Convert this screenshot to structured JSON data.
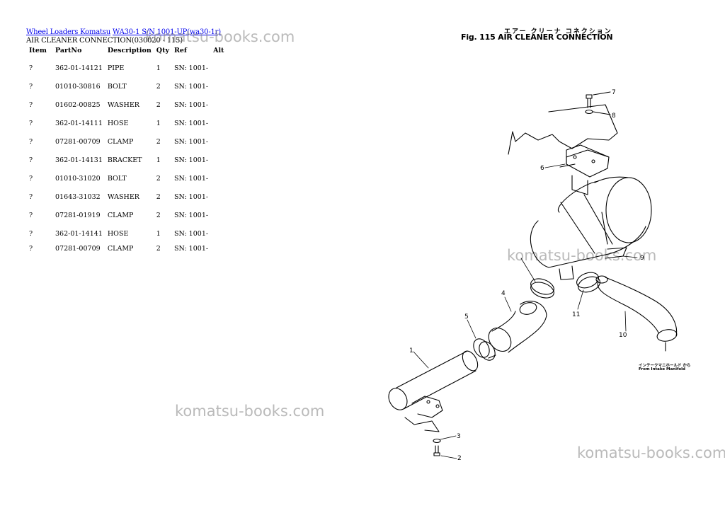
{
  "breadcrumb": {
    "link1": "Wheel Loaders Komatsu",
    "link2": "WA30-1 S/N 1001-UP(wa30-1r)"
  },
  "subtitle": "AIR CLEANER CONNECTION(030020 - 115)",
  "table": {
    "headers": [
      "Item",
      "PartNo",
      "Description",
      "Qty",
      "Ref",
      "Alt"
    ],
    "rows": [
      [
        "?",
        "362-01-14121",
        "PIPE",
        "1",
        "SN: 1001-",
        ""
      ],
      [
        "?",
        "01010-30816",
        "BOLT",
        "2",
        "SN: 1001-",
        ""
      ],
      [
        "?",
        "01602-00825",
        "WASHER",
        "2",
        "SN: 1001-",
        ""
      ],
      [
        "?",
        "362-01-14111",
        "HOSE",
        "1",
        "SN: 1001-",
        ""
      ],
      [
        "?",
        "07281-00709",
        "CLAMP",
        "2",
        "SN: 1001-",
        ""
      ],
      [
        "?",
        "362-01-14131",
        "BRACKET",
        "1",
        "SN: 1001-",
        ""
      ],
      [
        "?",
        "01010-31020",
        "BOLT",
        "2",
        "SN: 1001-",
        ""
      ],
      [
        "?",
        "01643-31032",
        "WASHER",
        "2",
        "SN: 1001-",
        ""
      ],
      [
        "?",
        "07281-01919",
        "CLAMP",
        "2",
        "SN: 1001-",
        ""
      ],
      [
        "?",
        "362-01-14141",
        "HOSE",
        "1",
        "SN: 1001-",
        ""
      ],
      [
        "?",
        "07281-00709",
        "CLAMP",
        "2",
        "SN: 1001-",
        ""
      ]
    ]
  },
  "figure": {
    "jp_title": "エアー クリーナ コネクション",
    "title": "Fig. 115  AIR  CLEANER  CONNECTION",
    "note_jp": "インテークマニホールド から",
    "note_en": "From Intake Manifold",
    "callouts": [
      "1",
      "2",
      "3",
      "4",
      "5",
      "6",
      "7",
      "8",
      "9",
      "10",
      "11"
    ]
  },
  "watermark": "komatsu-books.com"
}
